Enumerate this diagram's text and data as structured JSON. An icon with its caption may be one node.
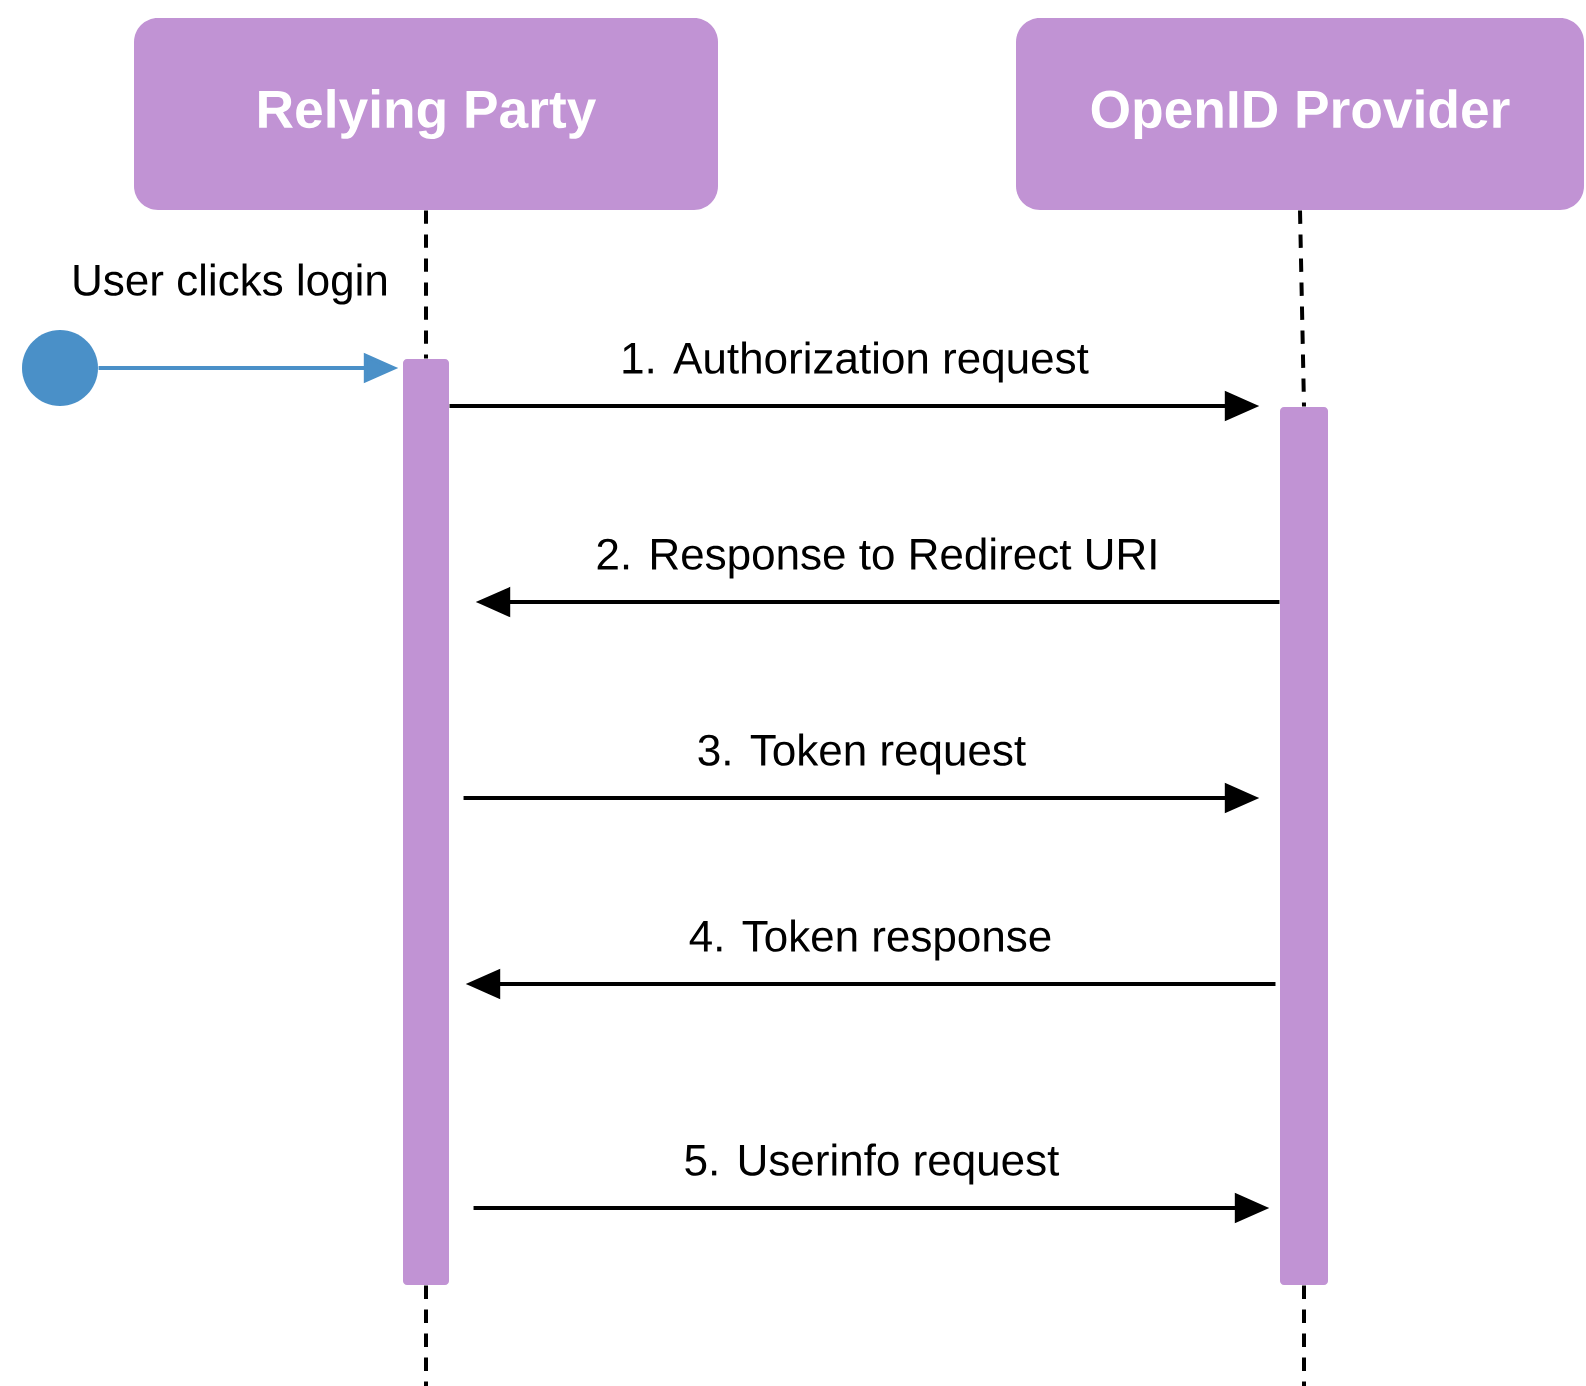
{
  "diagram": {
    "nodes": [
      {
        "text": [
          "Relying Party"
        ]
      },
      {
        "text": [
          "OpenID Provider"
        ]
      },
      {
        "text": [],
        "shape": "circle"
      },
      {
        "text": [],
        "shape": "bar"
      },
      {
        "text": [],
        "shape": "bar"
      }
    ],
    "edges": [
      {
        "from": 0,
        "to": 3,
        "arrow": "none",
        "style": "dashed"
      },
      {
        "from": 1,
        "to": 4,
        "arrow": "none",
        "style": "dashed"
      },
      {
        "from": 2,
        "to": 3,
        "arrow": "to",
        "label": "User clicks login",
        "color": "#4a90c8"
      },
      {
        "from": 3,
        "to": 4,
        "arrow": "to",
        "label": "1. Authorization request"
      },
      {
        "from": 4,
        "to": 3,
        "arrow": "to",
        "label": "2. Response to Redirect URI"
      },
      {
        "from": 3,
        "to": 4,
        "arrow": "to",
        "label": "3. Token request"
      },
      {
        "from": 4,
        "to": 3,
        "arrow": "to",
        "label": "4. Token response"
      },
      {
        "from": 3,
        "to": 4,
        "arrow": "to",
        "label": "5. Userinfo request"
      }
    ]
  }
}
